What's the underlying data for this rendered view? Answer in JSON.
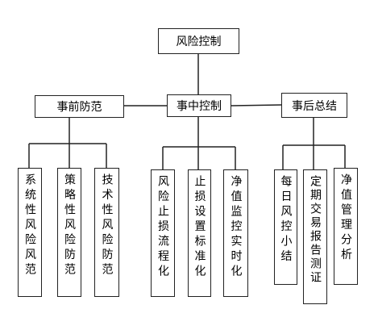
{
  "root": {
    "label": "风险控制"
  },
  "branches": [
    {
      "label": "事前防范",
      "leaves": [
        "系统性风险风范",
        "策略性风险防范",
        "技术性风险防范"
      ]
    },
    {
      "label": "事中控制",
      "leaves": [
        "风险止损流程化",
        "止损设置标准化",
        "净值监控实时化"
      ]
    },
    {
      "label": "事后总结",
      "leaves": [
        "每日风控小结",
        "定期交易报告测证",
        "净值管理分析"
      ]
    }
  ]
}
